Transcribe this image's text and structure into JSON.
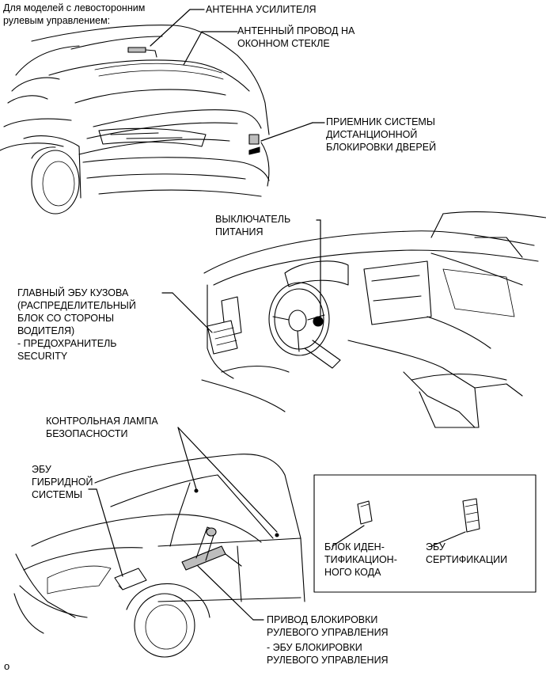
{
  "header_note": [
    "Для моделей с левосторонним",
    "рулевым управлением:"
  ],
  "labels": {
    "amplifier_antenna": [
      "АНТЕННА УСИЛИТЕЛЯ"
    ],
    "window_antenna_wire": [
      "АНТЕННЫЙ ПРОВОД НА",
      "ОКОННОМ СТЕКЛЕ"
    ],
    "door_lock_receiver": [
      "ПРИЕМНИК СИСТЕМЫ",
      "ДИСТАНЦИОННОЙ",
      "БЛОКИРОВКИ ДВЕРЕЙ"
    ],
    "power_switch": [
      "ВЫКЛЮЧАТЕЛЬ",
      "ПИТАНИЯ"
    ],
    "main_body_ecu": [
      "ГЛАВНЫЙ ЭБУ КУЗОВА",
      "(РАСПРЕДЕЛИТЕЛЬНЫЙ",
      "БЛОК СО СТОРОНЫ",
      "ВОДИТЕЛЯ)",
      "- ПРЕДОХРАНИТЕЛЬ",
      "SECURITY"
    ],
    "security_indicator": [
      "КОНТРОЛЬНАЯ ЛАМПА",
      "БЕЗОПАСНОСТИ"
    ],
    "hybrid_ecu": [
      "ЭБУ",
      "ГИБРИДНОЙ",
      "СИСТЕМЫ"
    ],
    "id_code_box": [
      "БЛОК ИДЕН-",
      "ТИФИКАЦИОН-",
      "НОГО КОДА"
    ],
    "certification_ecu": [
      "ЭБУ",
      "СЕРТИФИКАЦИИ"
    ],
    "steering_lock": [
      "ПРИВОД БЛОКИРОВКИ",
      "РУЛЕВОГО УПРАВЛЕНИЯ",
      "- ЭБУ БЛОКИРОВКИ",
      "РУЛЕВОГО УПРАВЛЕНИЯ"
    ]
  },
  "figure_code": "o"
}
